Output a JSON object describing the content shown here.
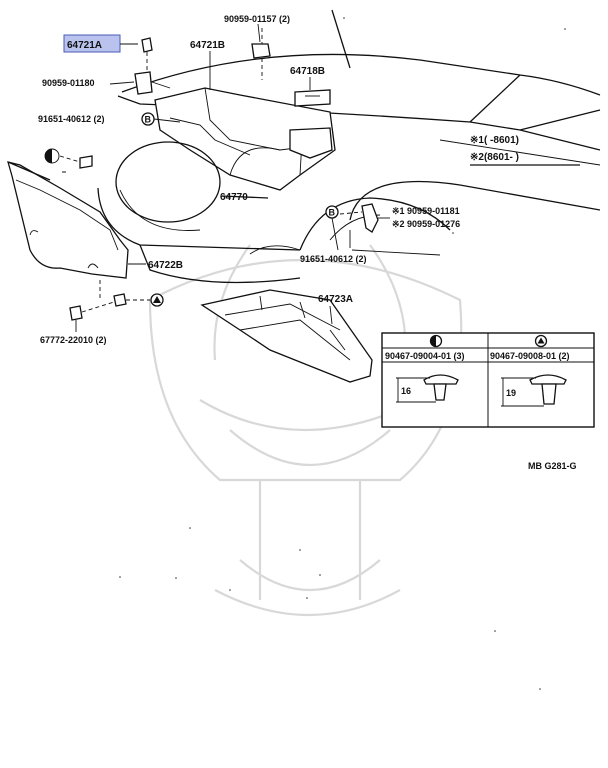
{
  "labels": {
    "p64721A": "64721A",
    "p90959_01157": "90959-01157 (2)",
    "p64721B": "64721B",
    "p90959_01180": "90959-01180",
    "p64718B": "64718B",
    "p91651_top": "91651-40612 (2)",
    "variant1": "※1(      -8601)",
    "variant2": "※2(8601-        )",
    "p64770": "64770",
    "p64722B": "64722B",
    "clip1": "※1 90959-01181",
    "clip2": "※2 90959-01276",
    "p91651_bot": "91651-40612 (2)",
    "p67772": "67772-22010 (2)",
    "p64723A": "64723A",
    "diagram_code": "MB  G281-G"
  },
  "legend": {
    "clip_a_part": "90467-09004-01 (3)",
    "clip_a_dim": "16",
    "clip_b_part": "90467-09008-01 (2)",
    "clip_b_dim": "19"
  },
  "symbols": {
    "half_circle": "half-filled-circle",
    "triangle_circle": "circle-with-triangle",
    "b_circle": "circled-letter-B",
    "b_letter": "B"
  },
  "highlight_color": "#b9c3ee"
}
